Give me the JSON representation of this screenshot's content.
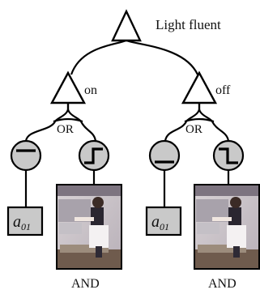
{
  "root": {
    "label": "Light fluent"
  },
  "branches": [
    {
      "label": "on",
      "or_label": "OR",
      "and_label": "AND",
      "attribute_label": {
        "base": "a",
        "sub": "01"
      },
      "transition_icon": "step-up-icon",
      "static_icon": "flat-line-high-icon"
    },
    {
      "label": "off",
      "or_label": "OR",
      "and_label": "AND",
      "attribute_label": {
        "base": "a",
        "sub": "01"
      },
      "transition_icon": "step-down-icon",
      "static_icon": "flat-line-low-icon"
    }
  ],
  "colors": {
    "node_fill": "#c9c9c9",
    "stroke": "#000000"
  }
}
